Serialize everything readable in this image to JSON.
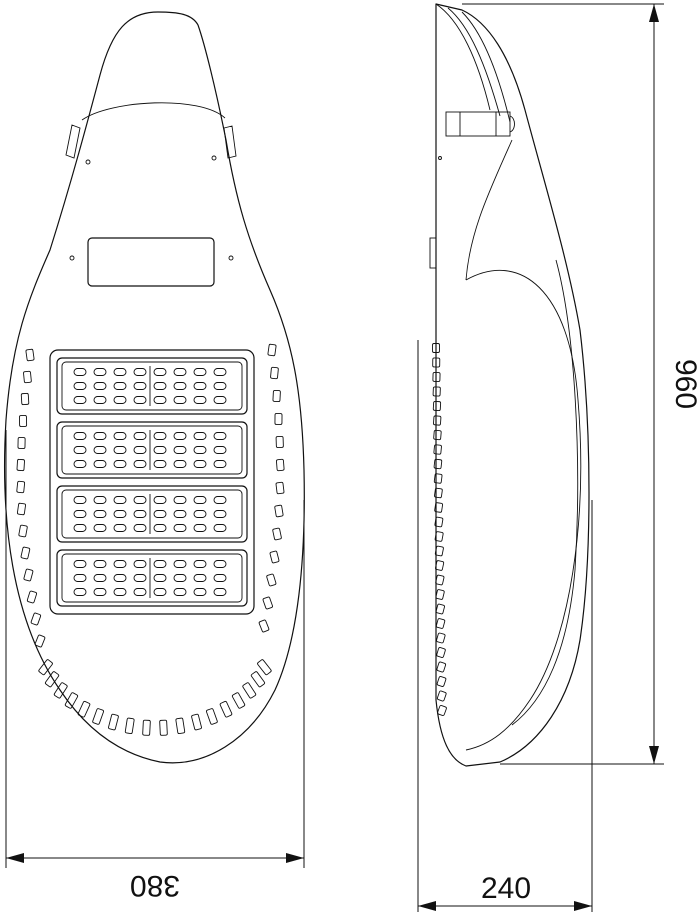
{
  "dimensions": {
    "width": "380",
    "height": "960",
    "depth": "240"
  },
  "front_view": {
    "led_module_count": 4
  },
  "colors": {
    "line": "#111111",
    "background": "#ffffff"
  }
}
